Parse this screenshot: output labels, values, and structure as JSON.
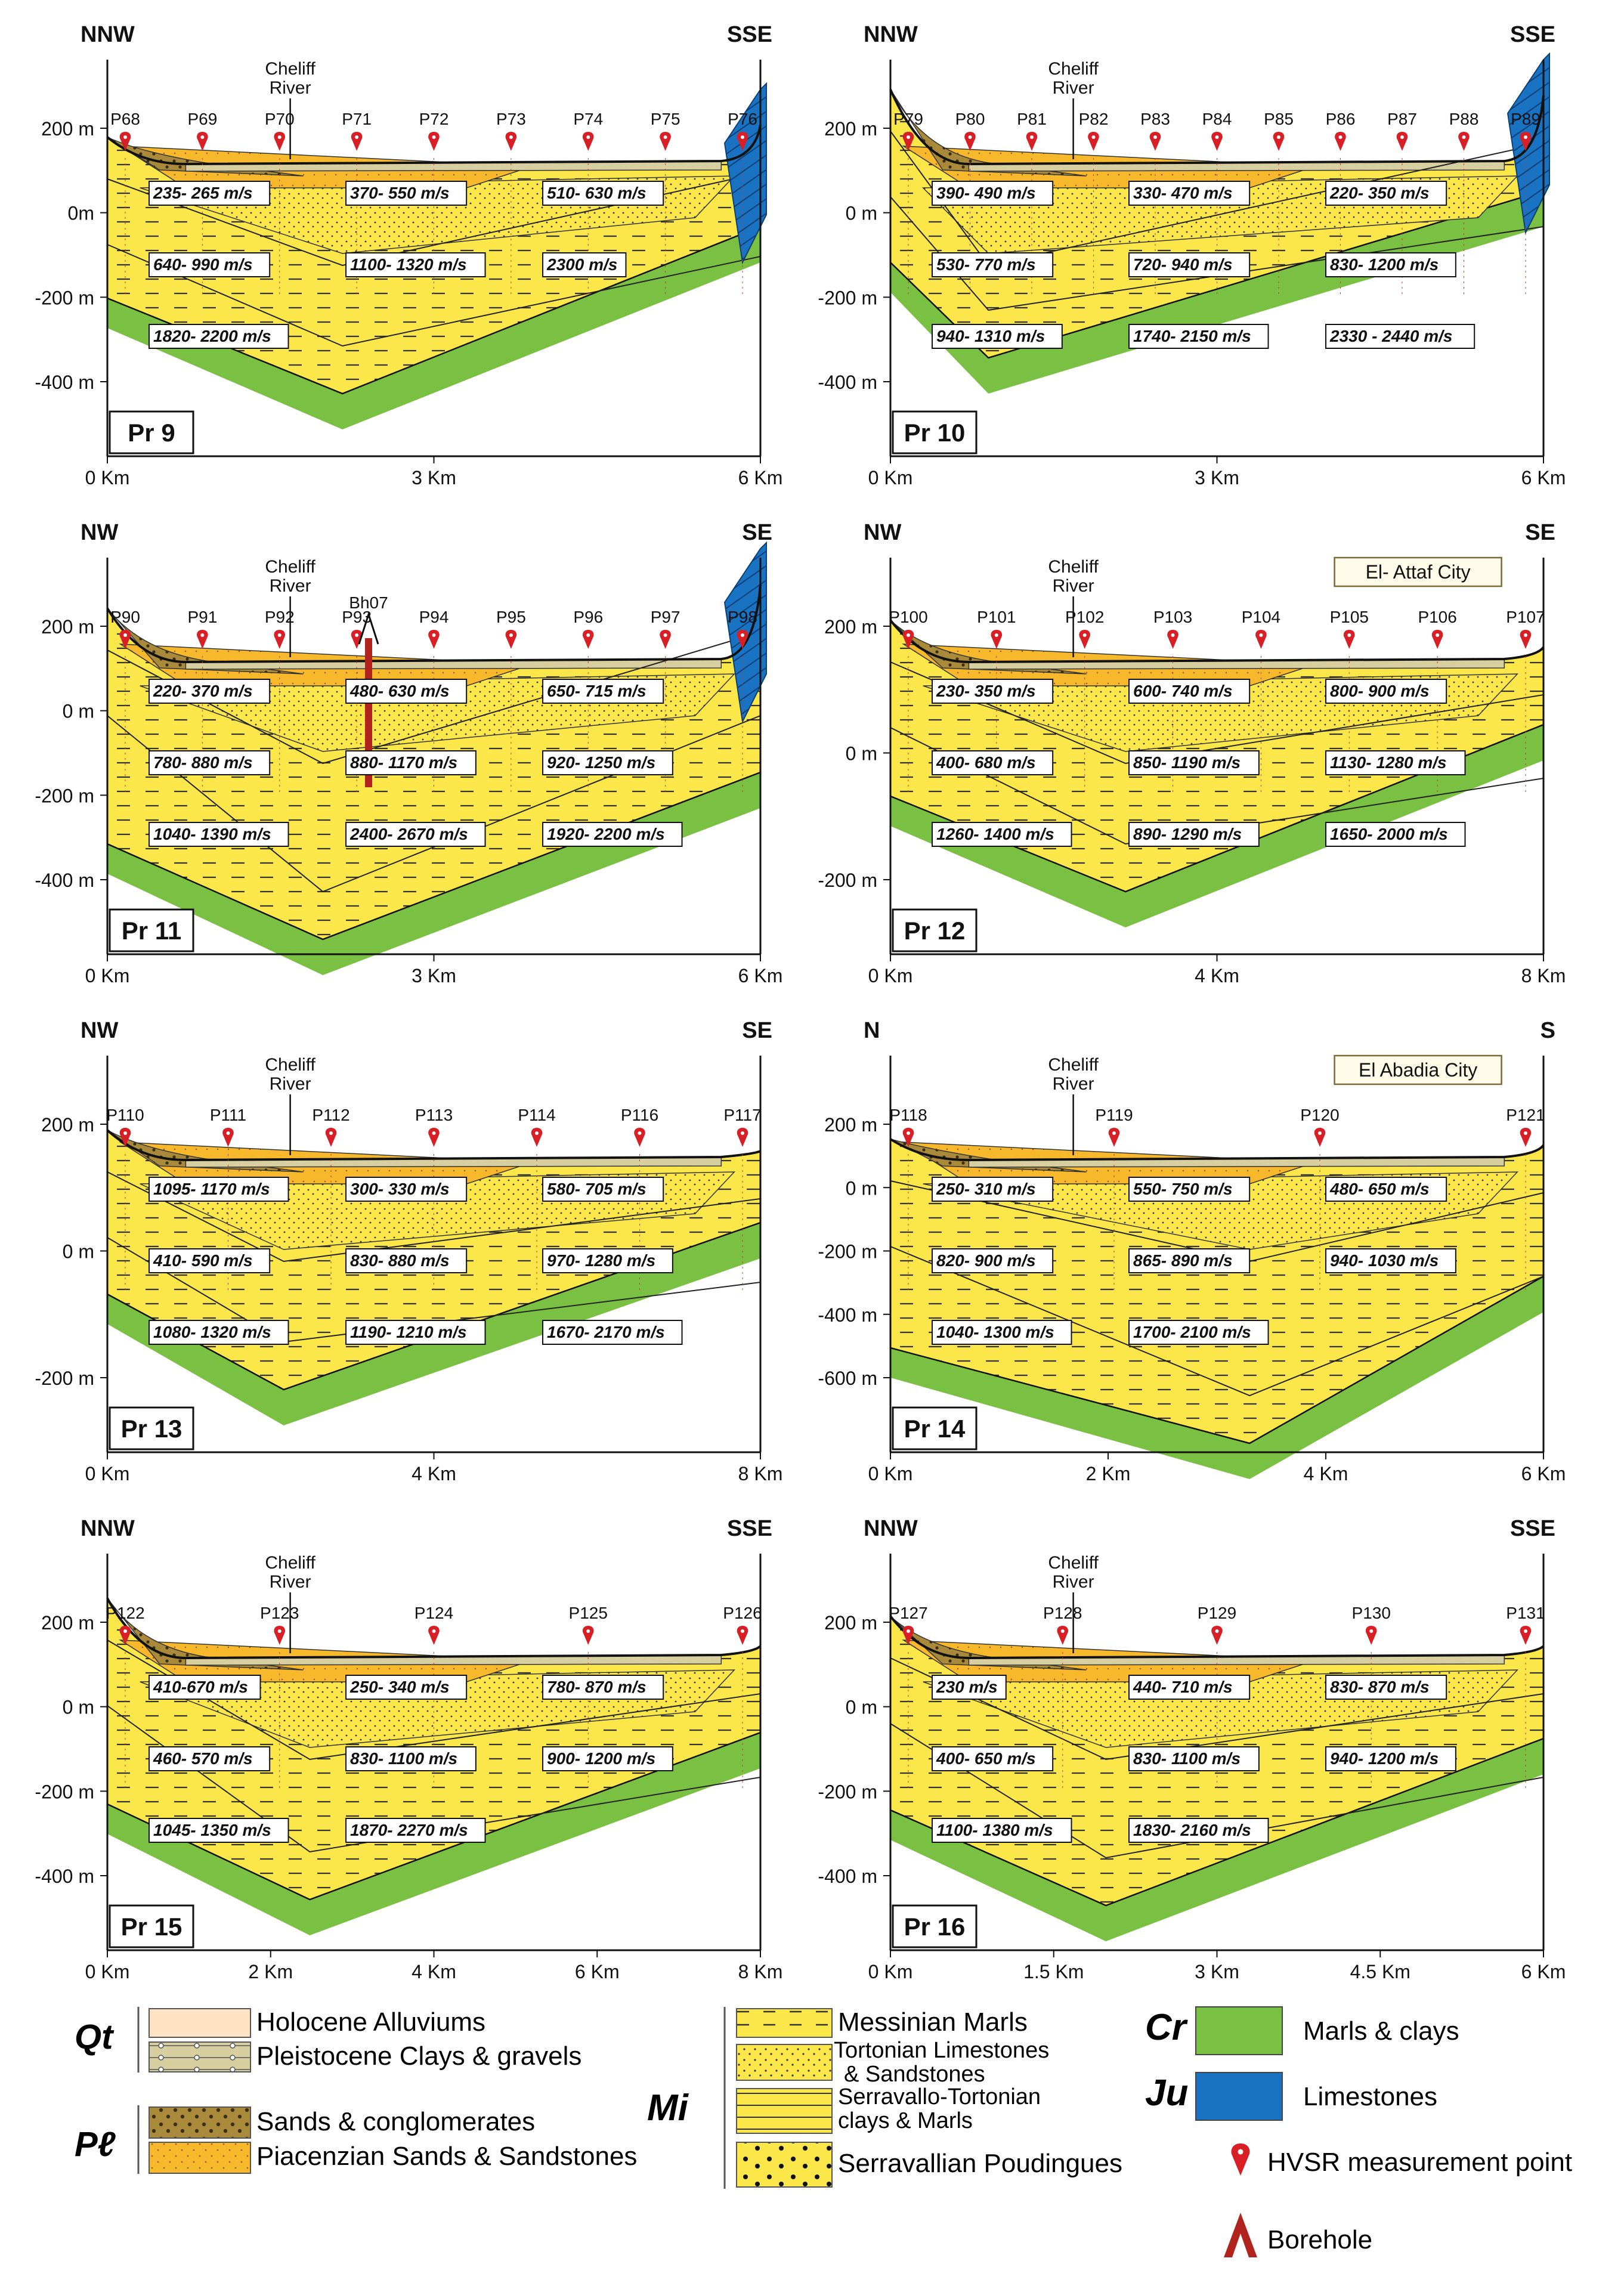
{
  "panels": [
    {
      "id": "Pr 9",
      "left_dir": "NNW",
      "right_dir": "SSE",
      "yticks": [
        "200 m",
        "0m",
        "-200 m",
        "-400 m"
      ],
      "xticks": [
        "0 Km",
        "3 Km",
        "6 Km"
      ],
      "points": [
        "P68",
        "P69",
        "P70",
        "P71",
        "P72",
        "P73",
        "P74",
        "P75",
        "P76"
      ],
      "river": "Cheliff River",
      "velocities": [
        "235- 265 m/s",
        "370- 550 m/s",
        "510- 630 m/s",
        "640- 990 m/s",
        "1100- 1320 m/s",
        "2300 m/s",
        "1820- 2200 m/s"
      ]
    },
    {
      "id": "Pr 10",
      "left_dir": "NNW",
      "right_dir": "SSE",
      "yticks": [
        "200 m",
        "0 m",
        "-200 m",
        "-400 m"
      ],
      "xticks": [
        "0 Km",
        "3 Km",
        "6 Km"
      ],
      "points": [
        "P79",
        "P80",
        "P81",
        "P82",
        "P83",
        "P84",
        "P85",
        "P86",
        "P87",
        "P88",
        "P89"
      ],
      "river": "Cheliff River",
      "velocities": [
        "390- 490 m/s",
        "330- 470 m/s",
        "220- 350 m/s",
        "530- 770 m/s",
        "720- 940 m/s",
        "830- 1200 m/s",
        "940- 1310 m/s",
        "1740- 2150 m/s",
        "2330 - 2440 m/s"
      ]
    },
    {
      "id": "Pr 11",
      "left_dir": "NW",
      "right_dir": "SE",
      "yticks": [
        "200 m",
        "0 m",
        "-200 m",
        "-400 m"
      ],
      "xticks": [
        "0 Km",
        "3 Km",
        "6 Km"
      ],
      "points": [
        "P90",
        "P91",
        "P92",
        "P93",
        "P94",
        "P95",
        "P96",
        "P97",
        "P98"
      ],
      "borehole": "Bh07",
      "river": "Cheliff River",
      "velocities": [
        "220- 370 m/s",
        "480- 630 m/s",
        "650- 715 m/s",
        "780- 880 m/s",
        "880- 1170 m/s",
        "920- 1250 m/s",
        "1040- 1390 m/s",
        "2400- 2670 m/s",
        "1920- 2200 m/s"
      ]
    },
    {
      "id": "Pr 12",
      "left_dir": "NW",
      "right_dir": "SE",
      "yticks": [
        "200 m",
        "0 m",
        "-200 m"
      ],
      "xticks": [
        "0 Km",
        "4 Km",
        "8 Km"
      ],
      "points": [
        "P100",
        "P101",
        "P102",
        "P103",
        "P104",
        "P105",
        "P106",
        "P107"
      ],
      "city": "El- Attaf City",
      "river": "Cheliff River",
      "velocities": [
        "230- 350 m/s",
        "600- 740 m/s",
        "800- 900 m/s",
        "400- 680 m/s",
        "850- 1190 m/s",
        "1130- 1280 m/s",
        "1260- 1400 m/s",
        "890- 1290 m/s",
        "1650- 2000 m/s"
      ]
    },
    {
      "id": "Pr 13",
      "left_dir": "NW",
      "right_dir": "SE",
      "yticks": [
        "200 m",
        "0 m",
        "-200 m"
      ],
      "xticks": [
        "0 Km",
        "4 Km",
        "8 Km"
      ],
      "points": [
        "P110",
        "P111",
        "P112",
        "P113",
        "P114",
        "P116",
        "P117"
      ],
      "river": "Cheliff River",
      "velocities": [
        "1095- 1170 m/s",
        "300- 330 m/s",
        "580- 705 m/s",
        "410- 590 m/s",
        "830- 880 m/s",
        "970- 1280 m/s",
        "1080- 1320 m/s",
        "1190- 1210 m/s",
        "1670- 2170 m/s"
      ]
    },
    {
      "id": "Pr 14",
      "left_dir": "N",
      "right_dir": "S",
      "yticks": [
        "200 m",
        "0 m",
        "-200 m",
        "-400 m",
        "-600 m"
      ],
      "xticks": [
        "0 Km",
        "2 Km",
        "4 Km",
        "6 Km"
      ],
      "points": [
        "P118",
        "P119",
        "P120",
        "P121"
      ],
      "city": "El Abadia City",
      "river": "Cheliff River",
      "velocities": [
        "250- 310 m/s",
        "550- 750 m/s",
        "480- 650 m/s",
        "820- 900 m/s",
        "865- 890 m/s",
        "940- 1030 m/s",
        "1040- 1300 m/s",
        "1700- 2100 m/s"
      ]
    },
    {
      "id": "Pr 15",
      "left_dir": "NNW",
      "right_dir": "SSE",
      "yticks": [
        "200 m",
        "0 m",
        "-200 m",
        "-400 m"
      ],
      "xticks": [
        "0 Km",
        "2 Km",
        "4 Km",
        "6 Km",
        "8 Km"
      ],
      "points": [
        "P122",
        "P123",
        "P124",
        "P125",
        "P126"
      ],
      "river": "Cheliff River",
      "velocities": [
        "410-670 m/s",
        "250- 340 m/s",
        "780- 870 m/s",
        "460- 570 m/s",
        "830- 1100 m/s",
        "900- 1200 m/s",
        "1045- 1350 m/s",
        "1870- 2270 m/s"
      ]
    },
    {
      "id": "Pr 16",
      "left_dir": "NNW",
      "right_dir": "SSE",
      "yticks": [
        "200 m",
        "0 m",
        "-200 m",
        "-400 m"
      ],
      "xticks": [
        "0 Km",
        "1.5 Km",
        "3 Km",
        "4.5 Km",
        "6 Km"
      ],
      "points": [
        "P127",
        "P128",
        "P129",
        "P130",
        "P131"
      ],
      "river": "Cheliff River",
      "velocities": [
        "230 m/s",
        "440- 710 m/s",
        "830- 870 m/s",
        "400- 650 m/s",
        "830- 1100 m/s",
        "940- 1200 m/s",
        "1100- 1380 m/s",
        "1830- 2160 m/s"
      ]
    }
  ],
  "legend": {
    "qt": {
      "code": "Qt",
      "items": [
        "Holocene Alluviums",
        "Pleistocene Clays & gravels"
      ]
    },
    "pl": {
      "code": "Pℓ",
      "items": [
        "Sands & conglomerates",
        "Piacenzian Sands & Sandstones"
      ]
    },
    "mi": {
      "code": "Mi",
      "items": [
        "Messinian Marls",
        "Tortonian Limestones",
        "& Sandstones",
        "Serravallo-Tortonian",
        "clays & Marls",
        "Serravallian Poudingues"
      ]
    },
    "cr": {
      "code": "Cr",
      "label": "Marls & clays"
    },
    "ju": {
      "code": "Ju",
      "label": "Limestones"
    },
    "hvsr": "HVSR measurement point",
    "borehole": "Borehole"
  },
  "colors": {
    "yellow": "#fbe74a",
    "orange": "#f7b82c",
    "brown": "#a88a3a",
    "pleistocene": "#d8cfa0",
    "holocene": "#fde2c4",
    "green": "#7ac143",
    "blue": "#1a73c2",
    "marker": "#d81f26",
    "borehole": "#b0241d"
  }
}
